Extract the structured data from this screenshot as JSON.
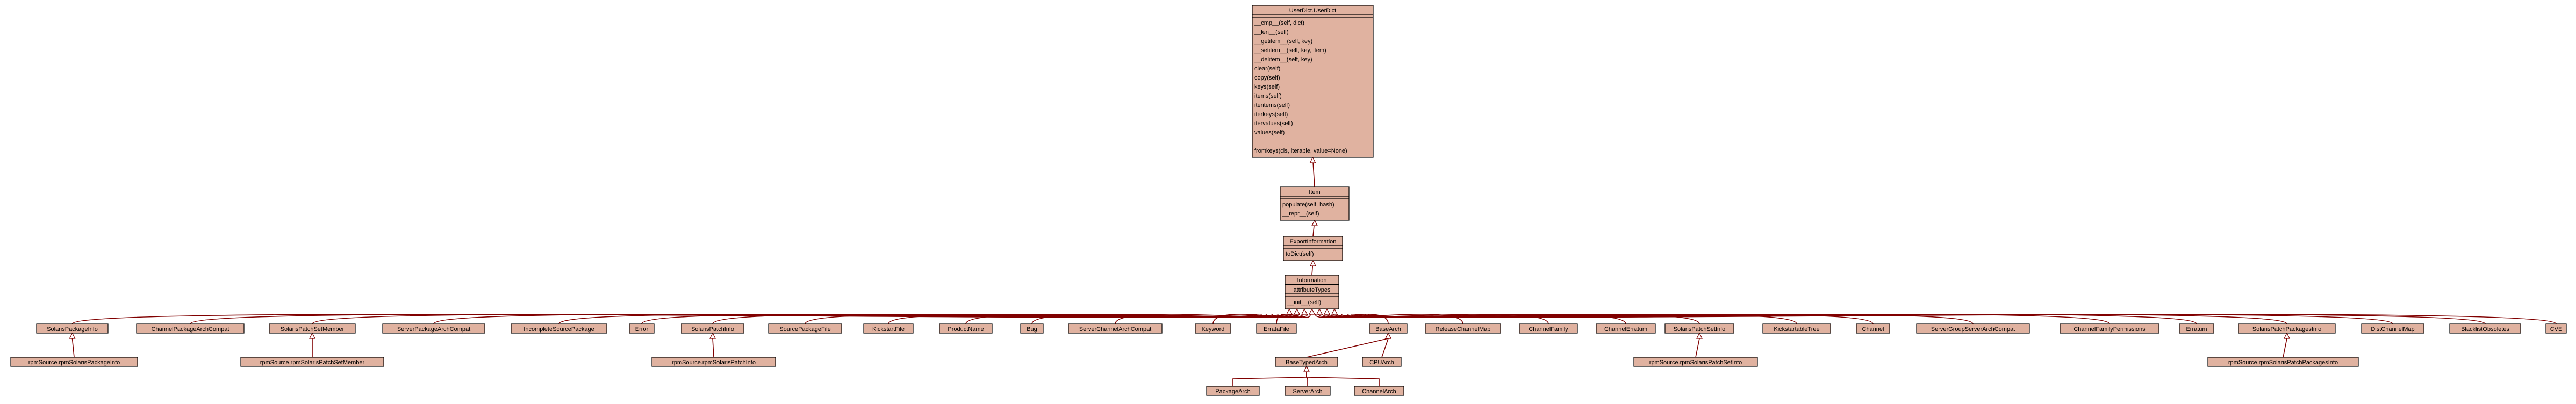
{
  "colors": {
    "node_fill": "#e0b2a0",
    "node_border": "#000000",
    "edge": "#800000",
    "background": "#ffffff"
  },
  "nodes": {
    "userdict": {
      "name": "UserDict.UserDict",
      "methods": [
        "__cmp__(self, dict)",
        "__len__(self)",
        "__getitem__(self, key)",
        "__setitem__(self, key, item)",
        "__delitem__(self, key)",
        "clear(self)",
        "copy(self)",
        "keys(self)",
        "items(self)",
        "iteritems(self)",
        "iterkeys(self)",
        "itervalues(self)",
        "values(self)",
        "",
        "fromkeys(cls, iterable, value=None)"
      ]
    },
    "item": {
      "name": "Item",
      "methods": [
        "populate(self, hash)",
        "__repr__(self)"
      ]
    },
    "export_info": {
      "name": "ExportInformation",
      "methods": [
        "toDict(self)"
      ]
    },
    "information": {
      "name": "Information",
      "methods": []
    },
    "attribute_types": {
      "name": "attributeTypes",
      "methods": [
        "__init__(self)"
      ]
    },
    "row1": [
      "SolarisPackageInfo",
      "ChannelPackageArchCompat",
      "SolarisPatchSetMember",
      "ServerPackageArchCompat",
      "IncompleteSourcePackage",
      "Error",
      "SolarisPatchInfo",
      "SourcePackageFile",
      "KickstartFile",
      "ProductName",
      "Bug",
      "ServerChannelArchCompat",
      "Keyword",
      "ErrataFile",
      "BaseArch",
      "ReleaseChannelMap",
      "ChannelFamily",
      "ChannelErratum",
      "SolarisPatchSetInfo",
      "KickstartableTree",
      "Channel",
      "ServerGroupServerArchCompat",
      "ChannelFamilyPermissions",
      "Erratum",
      "SolarisPatchPackagesInfo",
      "DistChannelMap",
      "BlacklistObsoletes",
      "CVE"
    ],
    "row2": [
      "rpmSource.rpmSolarisPackageInfo",
      "rpmSource.rpmSolarisPatchSetMember",
      "rpmSource.rpmSolarisPatchInfo",
      "BaseTypedArch",
      "CPUArch",
      "rpmSource.rpmSolarisPatchSetInfo",
      "rpmSource.rpmSolarisPatchPackagesInfo"
    ],
    "row3": [
      "PackageArch",
      "ServerArch",
      "ChannelArch"
    ]
  }
}
